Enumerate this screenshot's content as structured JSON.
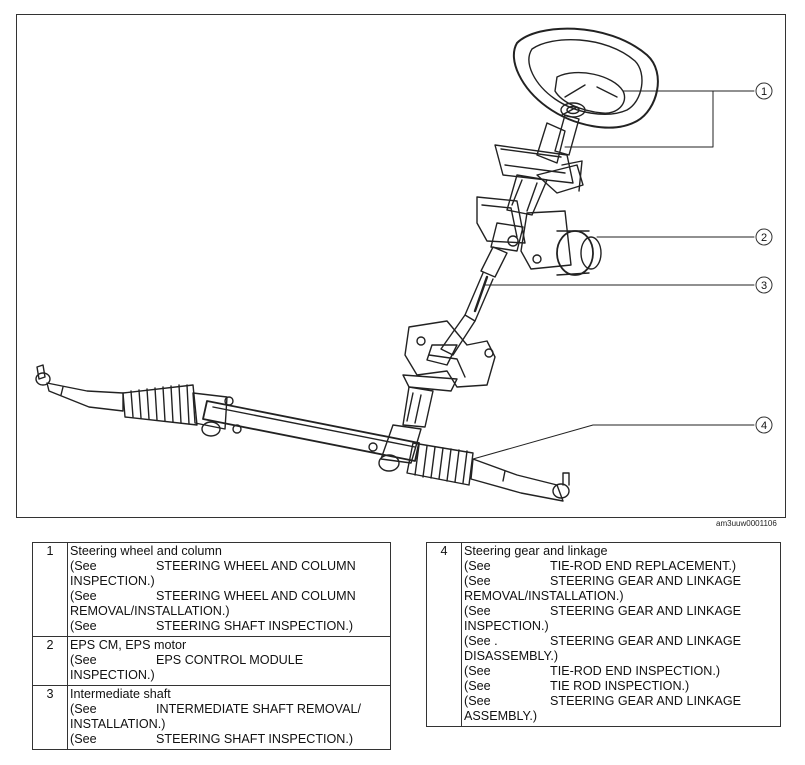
{
  "figure": {
    "callouts": [
      "1",
      "2",
      "3",
      "4"
    ],
    "code": "am3uuw0001106"
  },
  "table_left": [
    {
      "num": "1",
      "title": "Steering wheel and column",
      "refs": [
        {
          "see": "(See",
          "text": "STEERING WHEEL AND COLUMN",
          "cont": "INSPECTION.)"
        },
        {
          "see": "(See",
          "text": "STEERING WHEEL AND COLUMN",
          "cont": "REMOVAL/INSTALLATION.)"
        },
        {
          "see": "(See",
          "text": "STEERING SHAFT INSPECTION.)",
          "cont": ""
        }
      ]
    },
    {
      "num": "2",
      "title": "EPS CM, EPS motor",
      "refs": [
        {
          "see": "(See",
          "text": "EPS CONTROL MODULE",
          "cont": "INSPECTION.)"
        }
      ]
    },
    {
      "num": "3",
      "title": "Intermediate shaft",
      "refs": [
        {
          "see": "(See",
          "text": "INTERMEDIATE SHAFT REMOVAL/",
          "cont": "INSTALLATION.)"
        },
        {
          "see": "(See",
          "text": "STEERING SHAFT INSPECTION.)",
          "cont": ""
        }
      ]
    }
  ],
  "table_right": [
    {
      "num": "4",
      "title": "Steering gear and linkage",
      "refs": [
        {
          "see": "(See",
          "text": "TIE-ROD END REPLACEMENT.)",
          "cont": ""
        },
        {
          "see": "(See",
          "text": "STEERING GEAR AND LINKAGE",
          "cont": "REMOVAL/INSTALLATION.)"
        },
        {
          "see": "(See",
          "text": "STEERING GEAR AND LINKAGE",
          "cont": "INSPECTION.)"
        },
        {
          "see": "(See .",
          "text": "STEERING GEAR AND LINKAGE",
          "cont": "DISASSEMBLY.)"
        },
        {
          "see": "(See",
          "text": "TIE-ROD END INSPECTION.)",
          "cont": ""
        },
        {
          "see": "(See",
          "text": "TIE ROD INSPECTION.)",
          "cont": ""
        },
        {
          "see": "(See",
          "text": "STEERING GEAR AND LINKAGE",
          "cont": "ASSEMBLY.)"
        }
      ]
    }
  ]
}
